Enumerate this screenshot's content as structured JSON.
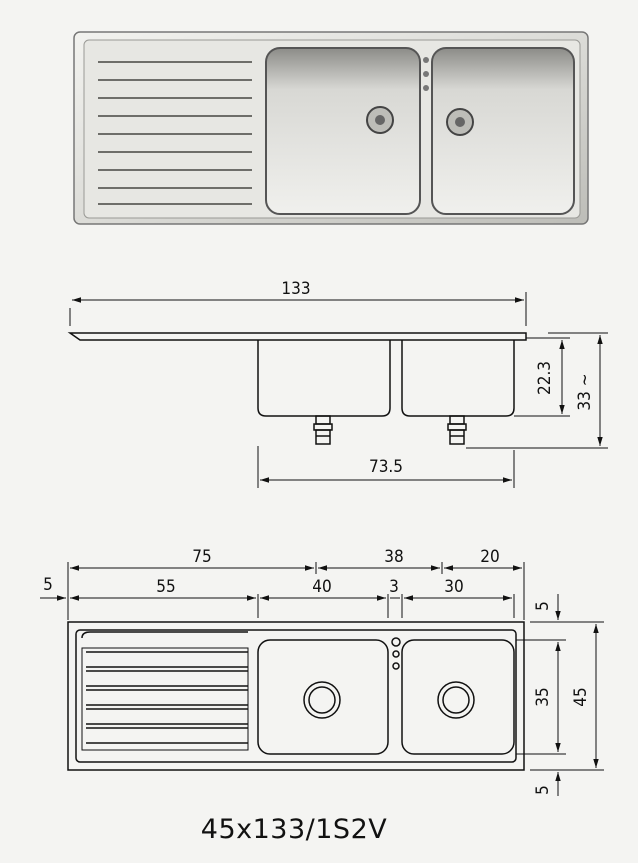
{
  "colors": {
    "paper": "#f4f4f2",
    "ink": "#111111",
    "steel_light": "#e9e9e6",
    "steel_dark": "#8a8a86"
  },
  "side_view": {
    "total_length": "133",
    "bowl_depth": "22.3",
    "total_height": "33 ~",
    "drain_span": "73.5"
  },
  "top_view": {
    "top_row": {
      "drainboard": "75",
      "bowls": "38",
      "right": "20"
    },
    "bottom_row": {
      "left_edge": "5",
      "drainboard_inner": "55",
      "bowl_left": "40",
      "divider": "3",
      "bowl_right": "30"
    },
    "vertical": {
      "top_margin": "5",
      "bowl_height": "35",
      "total_depth": "45",
      "bottom_margin": "5"
    }
  },
  "model_code": "45x133/1S2V"
}
